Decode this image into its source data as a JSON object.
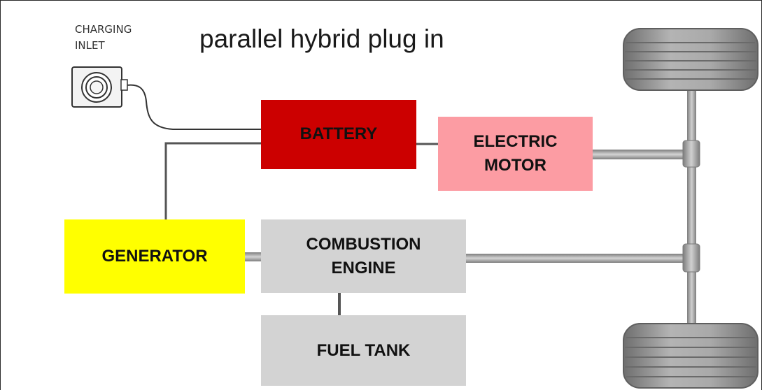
{
  "diagram": {
    "title": "parallel hybrid plug in",
    "charging_inlet": {
      "label_line1": "CHARGING",
      "label_line2": "INLET",
      "icon": "charging-socket-icon"
    },
    "components": {
      "battery": "BATTERY",
      "electric_motor": "ELECTRIC\nMOTOR",
      "generator": "GENERATOR",
      "combustion_engine": "COMBUSTION\nENGINE",
      "fuel_tank": "FUEL TANK"
    },
    "connections": [
      [
        "charging_inlet",
        "battery"
      ],
      [
        "battery",
        "electric_motor"
      ],
      [
        "battery",
        "generator"
      ],
      [
        "electric_motor",
        "axle"
      ],
      [
        "generator",
        "combustion_engine"
      ],
      [
        "combustion_engine",
        "axle"
      ],
      [
        "combustion_engine",
        "fuel_tank"
      ]
    ],
    "colors": {
      "battery": "#cc0000",
      "electric_motor": "#fc9ca3",
      "generator": "#ffff00",
      "combustion_engine": "#d3d3d3",
      "fuel_tank": "#d3d3d3",
      "drivetrain": "#9c9c9c",
      "tires": "#8f8f8f"
    }
  }
}
